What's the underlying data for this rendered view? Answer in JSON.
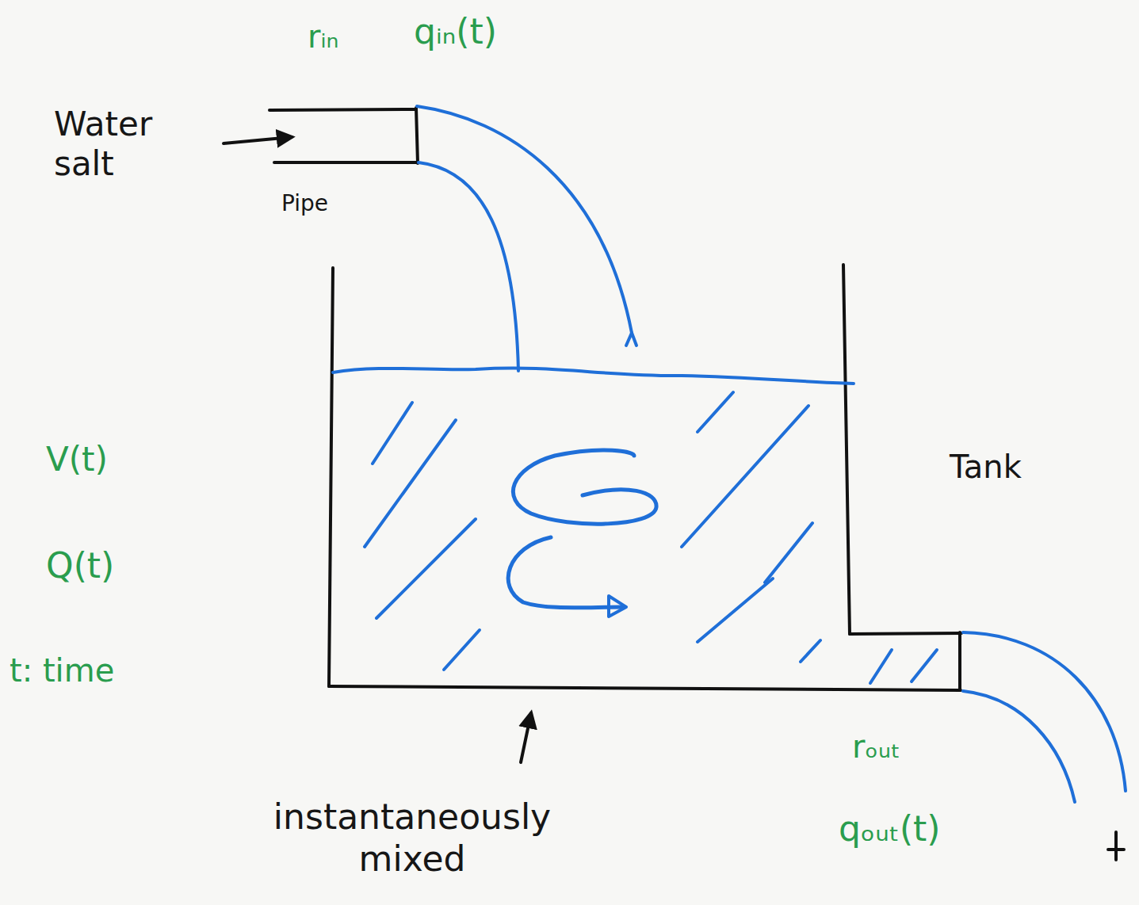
{
  "diagram": {
    "labels": [
      "rᵢₙ",
      "qᵢₙ(t)",
      "Water salt",
      "Pipe",
      "V(t)",
      "Q(t)",
      "t: time",
      "Tank",
      "instantaneously mixed",
      "rₒᵤₜ",
      "qₒᵤₜ(t)"
    ]
  }
}
